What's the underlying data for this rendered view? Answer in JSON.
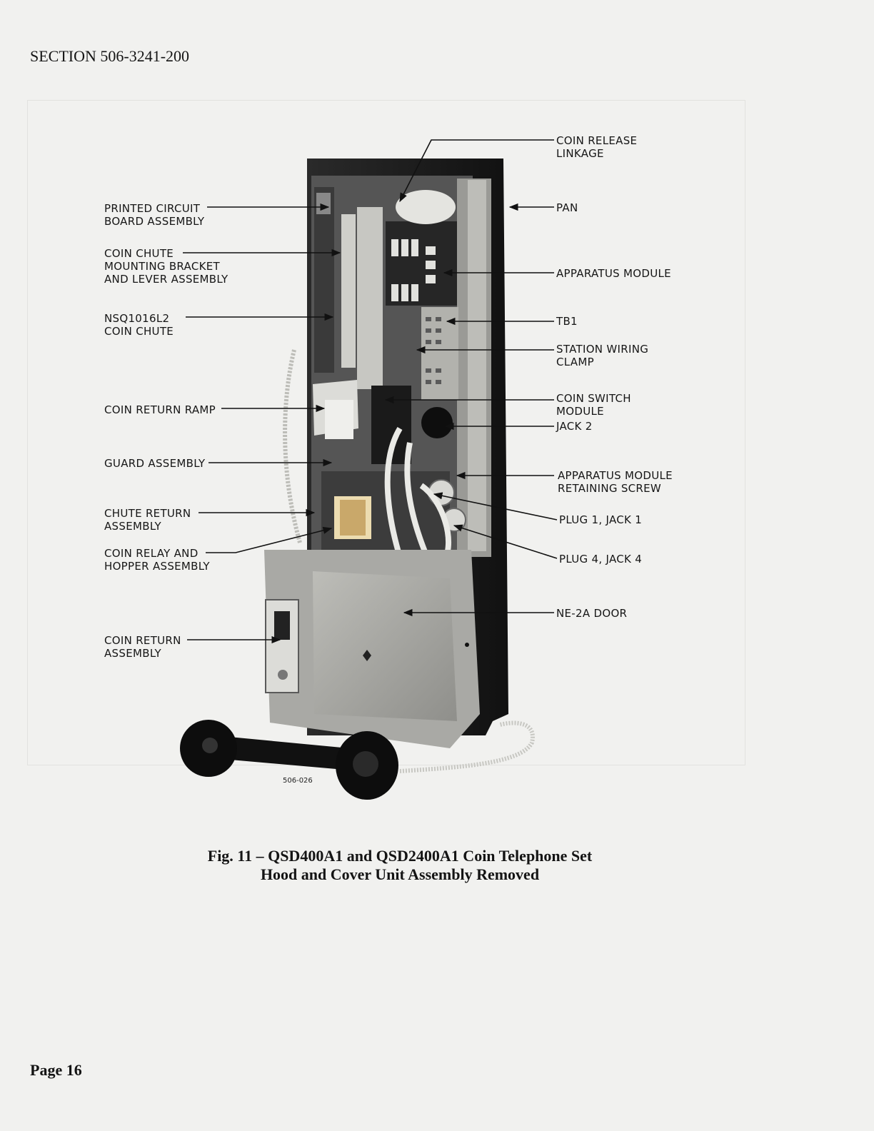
{
  "header": {
    "section": "SECTION 506-3241-200"
  },
  "labels": {
    "coin_release_linkage": "COIN RELEASE\nLINKAGE",
    "pan": "PAN",
    "printed_circuit_board": "PRINTED CIRCUIT\nBOARD ASSEMBLY",
    "coin_chute_mounting": "COIN CHUTE\nMOUNTING BRACKET\nAND LEVER ASSEMBLY",
    "apparatus_module": "APPARATUS MODULE",
    "nsq_coin_chute": "NSQ1016L2\nCOIN CHUTE",
    "tb1": "TB1",
    "station_wiring_clamp": "STATION WIRING\nCLAMP",
    "coin_return_ramp": "COIN RETURN RAMP",
    "coin_switch_module": "COIN SWITCH\nMODULE",
    "jack2": "JACK 2",
    "guard_assembly": "GUARD ASSEMBLY",
    "apparatus_retaining_screw": "APPARATUS MODULE\nRETAINING SCREW",
    "chute_return": "CHUTE RETURN\nASSEMBLY",
    "plug1_jack1": "PLUG 1, JACK 1",
    "coin_relay_hopper": "COIN RELAY AND\nHOPPER ASSEMBLY",
    "plug4_jack4": "PLUG 4, JACK 4",
    "ne2a_door": "NE-2A DOOR",
    "coin_return_assembly": "COIN RETURN\nASSEMBLY"
  },
  "photo_code": "506-026",
  "caption": {
    "line1": "Fig. 11  –  QSD400A1 and QSD2400A1 Coin Telephone Set",
    "line2": "Hood and Cover Unit Assembly Removed"
  },
  "footer": {
    "page": "Page 16"
  }
}
